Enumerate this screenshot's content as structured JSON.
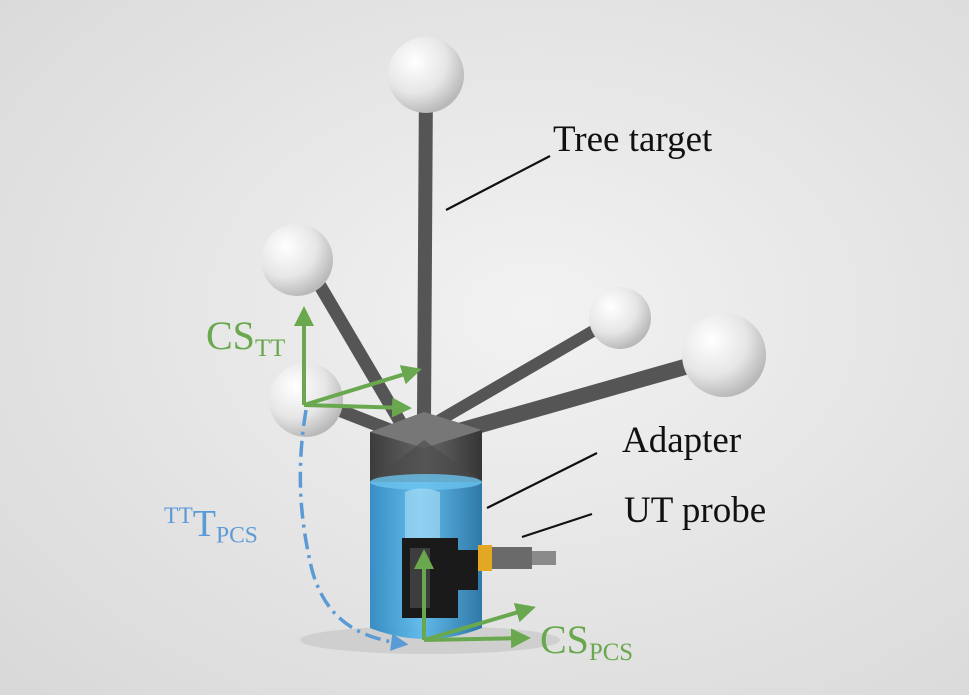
{
  "labels": {
    "tree_target": "Tree target",
    "adapter": "Adapter",
    "ut_probe": "UT probe",
    "cs_tt_main": "CS",
    "cs_tt_sub": "TT",
    "cs_pcs_main": "CS",
    "cs_pcs_sub": "PCS",
    "transform_sup": "TT",
    "transform_main": "T",
    "transform_sub": "PCS"
  },
  "colors": {
    "frame_arrows": "#6aa84f",
    "transform_arrow": "#5b9bd5",
    "rods": "#555555",
    "housing": "#3da0d6",
    "leader_lines": "#111111"
  }
}
